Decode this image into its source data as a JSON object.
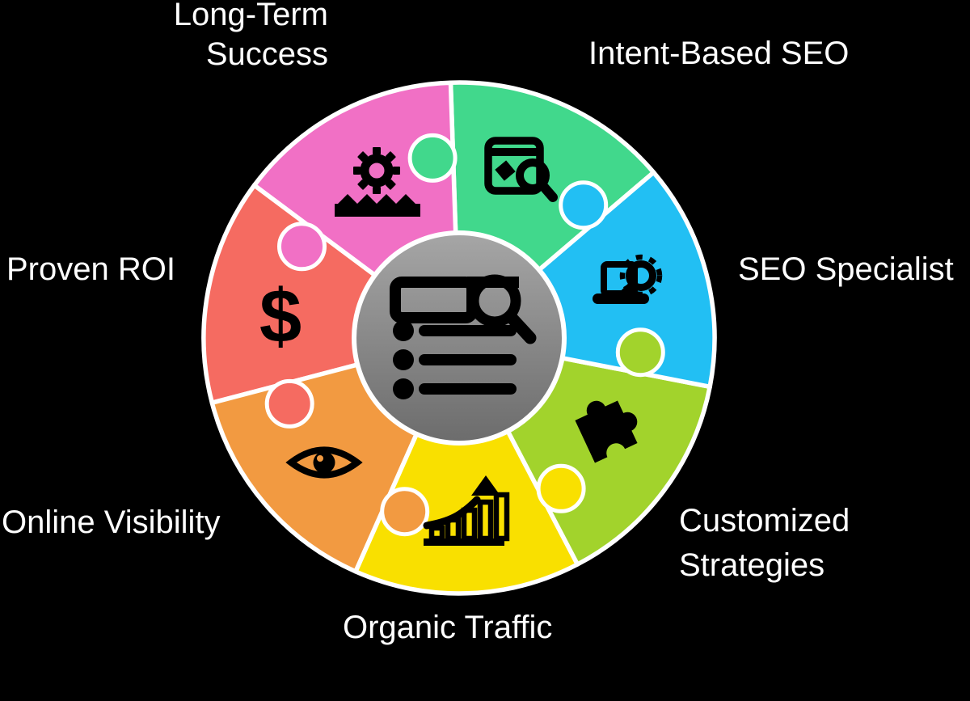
{
  "background_color": "#000000",
  "colors": {
    "outline": "#FFFFFF",
    "icon": "#000000",
    "label_text": "#FFFFFF",
    "center_top": "#A6A6A6",
    "center_bottom": "#6C6C6C"
  },
  "center": {
    "icon": "search-list-icon"
  },
  "segments": [
    {
      "id": "intent-based-seo",
      "label": "Intent-Based SEO",
      "label_lines": [
        "Intent-Based SEO"
      ],
      "color": "#41D88C",
      "icon": "browser-search-icon"
    },
    {
      "id": "seo-specialist",
      "label": "SEO Specialist",
      "label_lines": [
        "SEO Specialist"
      ],
      "color": "#22BFF3",
      "icon": "laptop-search-icon"
    },
    {
      "id": "customized-strategies",
      "label": "Customized Strategies",
      "label_lines": [
        "Customized",
        "Strategies"
      ],
      "color": "#A2D32C",
      "icon": "puzzle-piece-icon"
    },
    {
      "id": "organic-traffic",
      "label": "Organic Traffic",
      "label_lines": [
        "Organic Traffic"
      ],
      "color": "#F9E000",
      "icon": "growth-chart-icon"
    },
    {
      "id": "online-visibility",
      "label": "Online Visibility",
      "label_lines": [
        "Online Visibility"
      ],
      "color": "#F29A41",
      "icon": "eye-icon"
    },
    {
      "id": "proven-roi",
      "label": "Proven ROI",
      "label_lines": [
        "Proven ROI"
      ],
      "color": "#F56B61",
      "icon": "dollar-icon",
      "icon_glyph": "$"
    },
    {
      "id": "long-term-success",
      "label": "Long-Term Success",
      "label_lines": [
        "Long-Term",
        "Success"
      ],
      "color": "#F170C5",
      "icon": "gear-rack-icon"
    }
  ]
}
